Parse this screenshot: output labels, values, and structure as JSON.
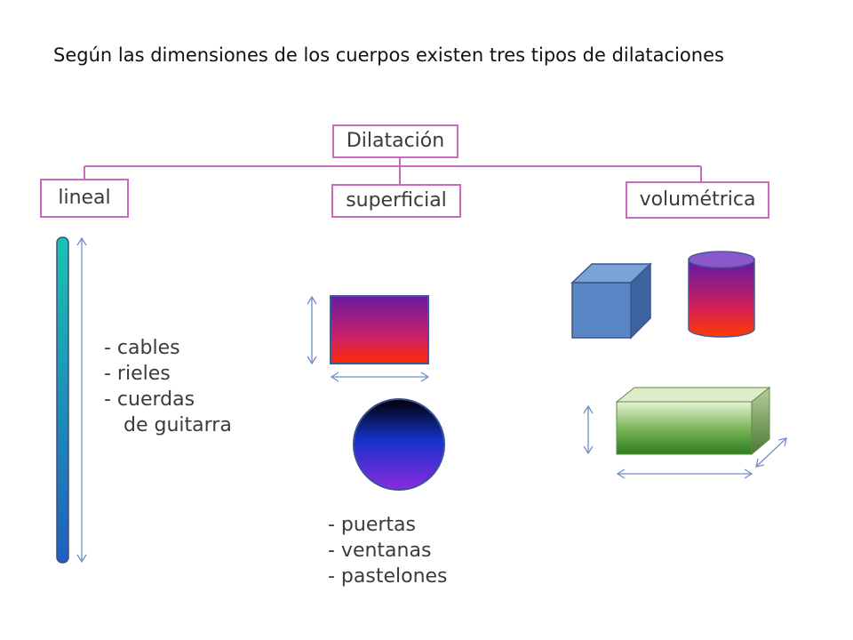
{
  "intro_text": "Según las dimensiones de los cuerpos existen tres tipos de dilataciones",
  "root": {
    "label": "Dilatación"
  },
  "categories": [
    {
      "id": "lineal",
      "label": "lineal",
      "examples": [
        "- cables",
        "- rieles",
        "- cuerdas",
        "de guitarra"
      ]
    },
    {
      "id": "superficial",
      "label": "superficial",
      "examples": [
        "- puertas",
        "- ventanas",
        "- pastelones"
      ]
    },
    {
      "id": "volumetrica",
      "label": "volumétrica",
      "examples": []
    }
  ],
  "colors": {
    "box_border": "#c76bbf",
    "connector": "#c76bbf",
    "arrow": "#6f8fc9",
    "rod_top": "#19c4b0",
    "rod_bottom": "#1e5fc2",
    "plate_top": "#6a1aa0",
    "plate_bottom": "#ff2a00",
    "disc_top": "#000000",
    "disc_mid": "#1433c8",
    "disc_bottom": "#8a2ae0",
    "cube": "#5a86c5",
    "cube_side": "#3d64a0",
    "cylinder_top": "#8a58c8",
    "cylinder_bottom": "#ff2a00",
    "prism_top": "#e8f2d8",
    "prism_bottom": "#2e7d1e"
  }
}
